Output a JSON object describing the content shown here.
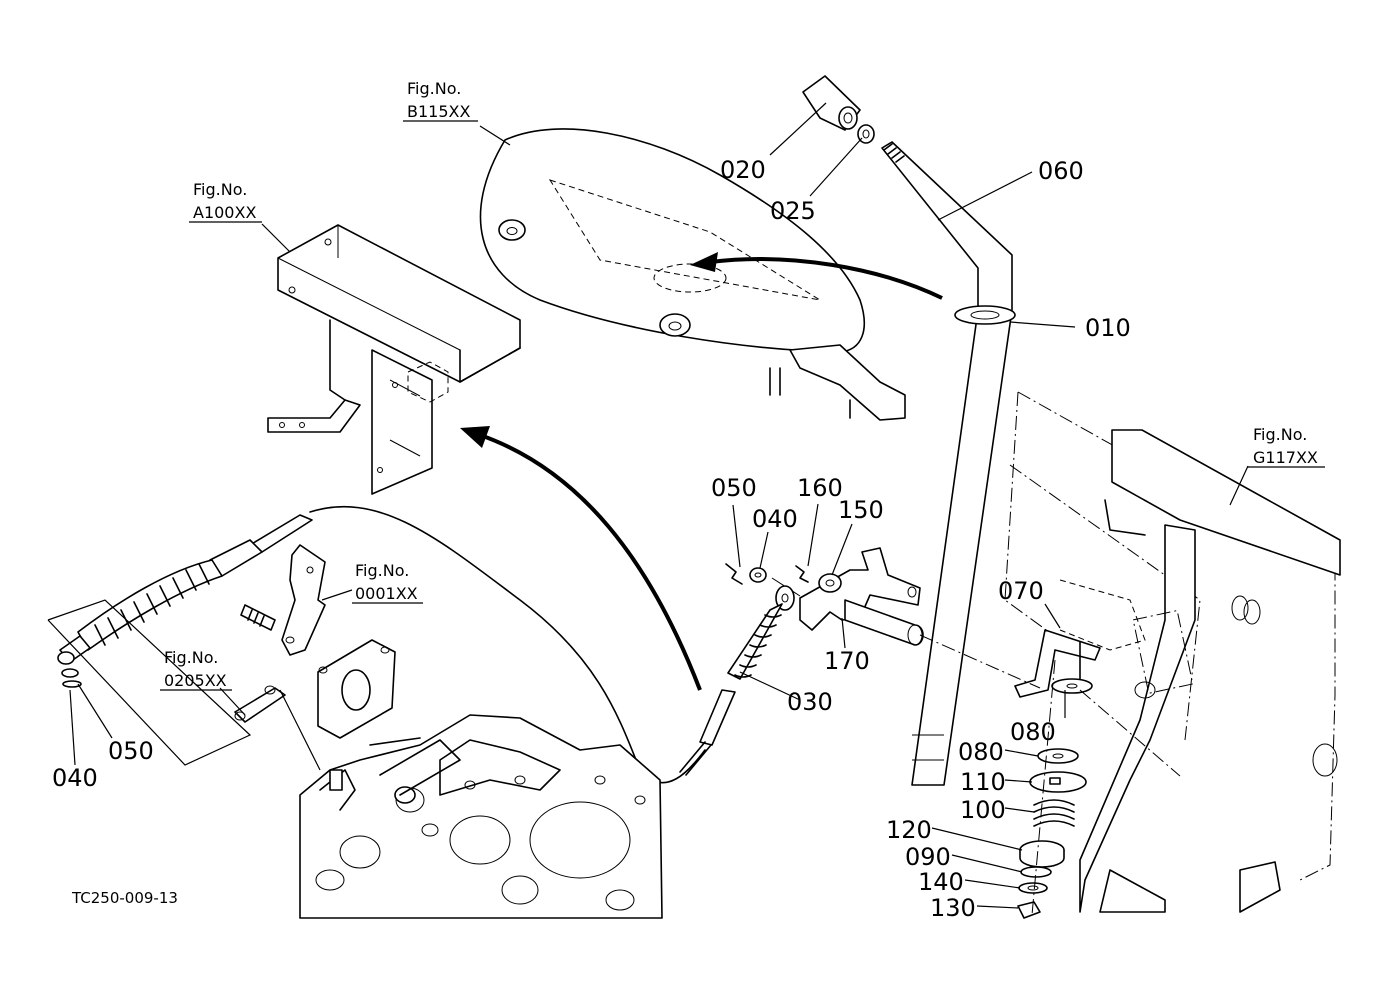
{
  "figure": {
    "reference_code": "TC250-009-13",
    "fig_refs": {
      "b115": {
        "line1": "Fig.No.",
        "line2": "B115XX"
      },
      "a100": {
        "line1": "Fig.No.",
        "line2": "A100XX"
      },
      "g117": {
        "line1": "Fig.No.",
        "line2": "G117XX"
      },
      "f0001": {
        "line1": "Fig.No.",
        "line2": "0001XX"
      },
      "f0205": {
        "line1": "Fig.No.",
        "line2": "0205XX"
      }
    },
    "part_labels": {
      "p020": "020",
      "p025": "025",
      "p060": "060",
      "p010": "010",
      "p050a": "050",
      "p040a": "040",
      "p160": "160",
      "p150": "150",
      "p170": "170",
      "p030": "030",
      "p070": "070",
      "p080a": "080",
      "p080b": "080",
      "p110": "110",
      "p100": "100",
      "p120": "120",
      "p090": "090",
      "p140": "140",
      "p130": "130",
      "p040b": "040",
      "p050b": "050"
    }
  }
}
